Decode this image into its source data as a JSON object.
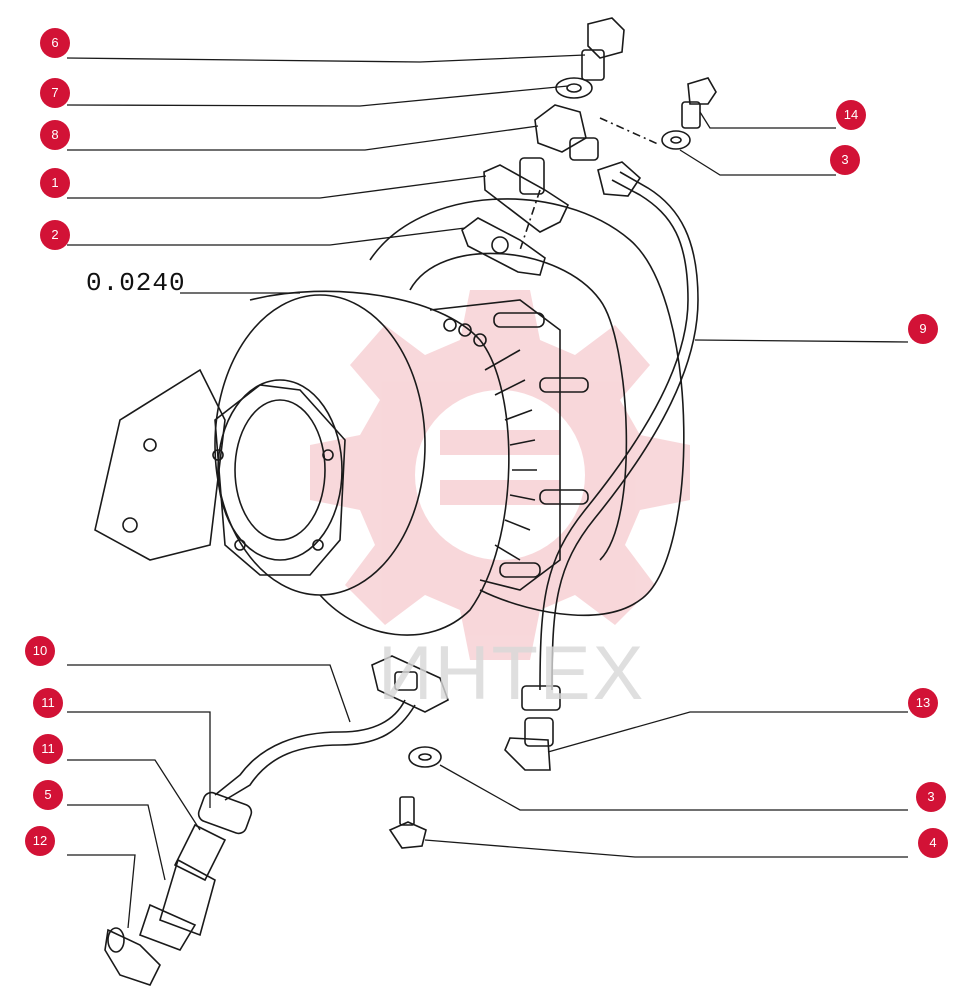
{
  "diagram": {
    "drawing_code": "0.0240",
    "watermark_text": "ИНТЕХ",
    "accent_color": "#d21236",
    "watermark_color": "#f3b8bd",
    "callouts": [
      "6",
      "7",
      "8",
      "1",
      "2",
      "14",
      "3",
      "9",
      "10",
      "11",
      "11",
      "5",
      "12",
      "13",
      "3",
      "4"
    ]
  }
}
